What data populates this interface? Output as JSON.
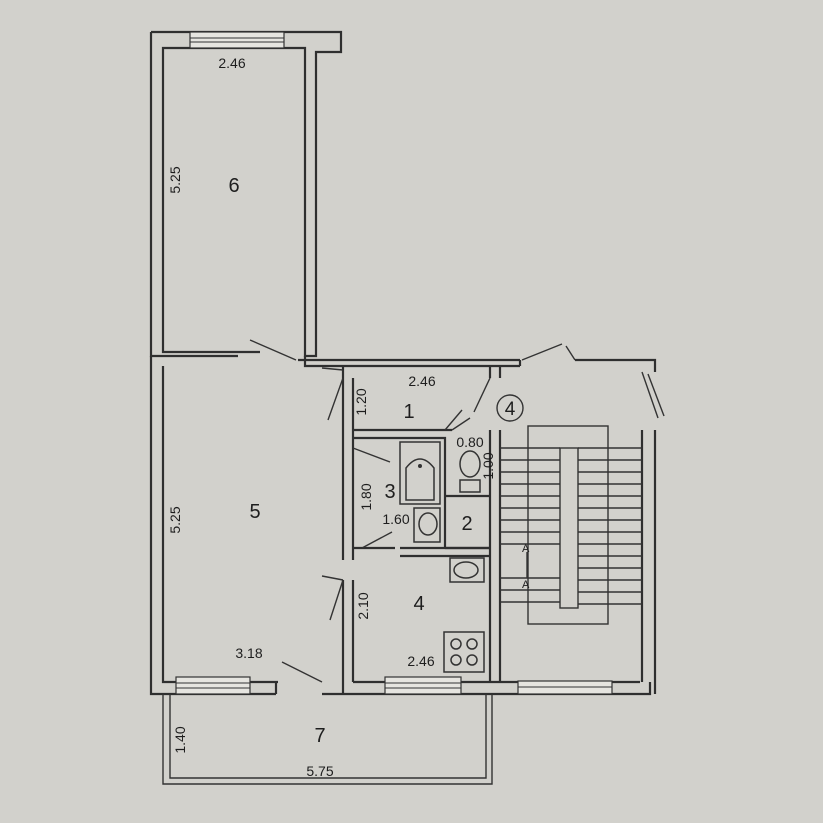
{
  "rooms": [
    {
      "id": "1",
      "label": "1"
    },
    {
      "id": "2",
      "label": "2"
    },
    {
      "id": "3",
      "label": "3"
    },
    {
      "id": "4",
      "label": "4"
    },
    {
      "id": "5",
      "label": "5"
    },
    {
      "id": "6",
      "label": "6"
    },
    {
      "id": "7",
      "label": "7"
    }
  ],
  "stair_marker": "4",
  "stair_arrow": "A",
  "dimensions": {
    "room6_width": "2.46",
    "room6_length": "5.25",
    "room1_width": "2.46",
    "room1_depth": "1.20",
    "wc_width": "0.80",
    "wc_depth": "1.00",
    "bath_depth": "1.80",
    "bath_width": "1.60",
    "kitchen_depth": "2.10",
    "kitchen_width": "2.46",
    "room5_length": "5.25",
    "room5_width": "3.18",
    "balcony_depth": "1.40",
    "balcony_width": "5.75"
  },
  "colors": {
    "paper": "#d2d1cc",
    "lines": "#2f2f2f"
  }
}
